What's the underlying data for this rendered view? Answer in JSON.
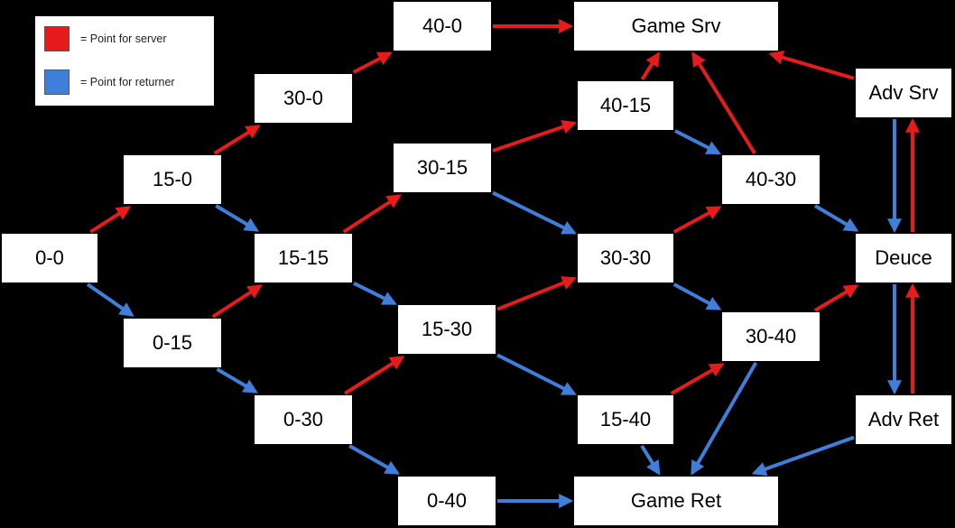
{
  "colors": {
    "server": "#e61b1b",
    "returner": "#3f7fd9"
  },
  "legend": {
    "server_label": "= Point for server",
    "returner_label": "= Point for returner"
  },
  "nodes": {
    "s00": "0-0",
    "s150": "15-0",
    "s015": "0-15",
    "s300": "30-0",
    "s1515": "15-15",
    "s030": "0-30",
    "s400": "40-0",
    "s3015": "30-15",
    "s1530": "15-30",
    "s040": "0-40",
    "gamesrv": "Game Srv",
    "s4015": "40-15",
    "s3030": "30-30",
    "s1540": "15-40",
    "gameret": "Game Ret",
    "s4030": "40-30",
    "s3040": "30-40",
    "advsrv": "Adv Srv",
    "deuce": "Deuce",
    "advret": "Adv Ret"
  },
  "edges": [
    {
      "from": "s00",
      "to": "s150",
      "kind": "server"
    },
    {
      "from": "s00",
      "to": "s015",
      "kind": "returner"
    },
    {
      "from": "s150",
      "to": "s300",
      "kind": "server"
    },
    {
      "from": "s150",
      "to": "s1515",
      "kind": "returner"
    },
    {
      "from": "s015",
      "to": "s1515",
      "kind": "server"
    },
    {
      "from": "s015",
      "to": "s030",
      "kind": "returner"
    },
    {
      "from": "s300",
      "to": "s400",
      "kind": "server"
    },
    {
      "from": "s1515",
      "to": "s3015",
      "kind": "server"
    },
    {
      "from": "s1515",
      "to": "s1530",
      "kind": "returner"
    },
    {
      "from": "s030",
      "to": "s1530",
      "kind": "server"
    },
    {
      "from": "s030",
      "to": "s040",
      "kind": "returner"
    },
    {
      "from": "s400",
      "to": "gamesrv",
      "kind": "server"
    },
    {
      "from": "s3015",
      "to": "s4015",
      "kind": "server"
    },
    {
      "from": "s3015",
      "to": "s3030",
      "kind": "returner"
    },
    {
      "from": "s1530",
      "to": "s3030",
      "kind": "server"
    },
    {
      "from": "s1530",
      "to": "s1540",
      "kind": "returner"
    },
    {
      "from": "s040",
      "to": "gameret",
      "kind": "returner"
    },
    {
      "from": "s4015",
      "to": "gamesrv",
      "kind": "server"
    },
    {
      "from": "s4015",
      "to": "s4030",
      "kind": "returner"
    },
    {
      "from": "s3030",
      "to": "s4030",
      "kind": "server"
    },
    {
      "from": "s3030",
      "to": "s3040",
      "kind": "returner"
    },
    {
      "from": "s1540",
      "to": "s3040",
      "kind": "server"
    },
    {
      "from": "s1540",
      "to": "gameret",
      "kind": "returner"
    },
    {
      "from": "s4030",
      "to": "gamesrv",
      "kind": "server"
    },
    {
      "from": "s4030",
      "to": "deuce",
      "kind": "returner"
    },
    {
      "from": "s3040",
      "to": "deuce",
      "kind": "server"
    },
    {
      "from": "s3040",
      "to": "gameret",
      "kind": "returner"
    },
    {
      "from": "advsrv",
      "to": "gamesrv",
      "kind": "server"
    },
    {
      "from": "advsrv",
      "to": "deuce",
      "kind": "returner"
    },
    {
      "from": "deuce",
      "to": "advsrv",
      "kind": "server"
    },
    {
      "from": "deuce",
      "to": "advret",
      "kind": "returner"
    },
    {
      "from": "advret",
      "to": "deuce",
      "kind": "server"
    },
    {
      "from": "advret",
      "to": "gameret",
      "kind": "returner"
    }
  ]
}
